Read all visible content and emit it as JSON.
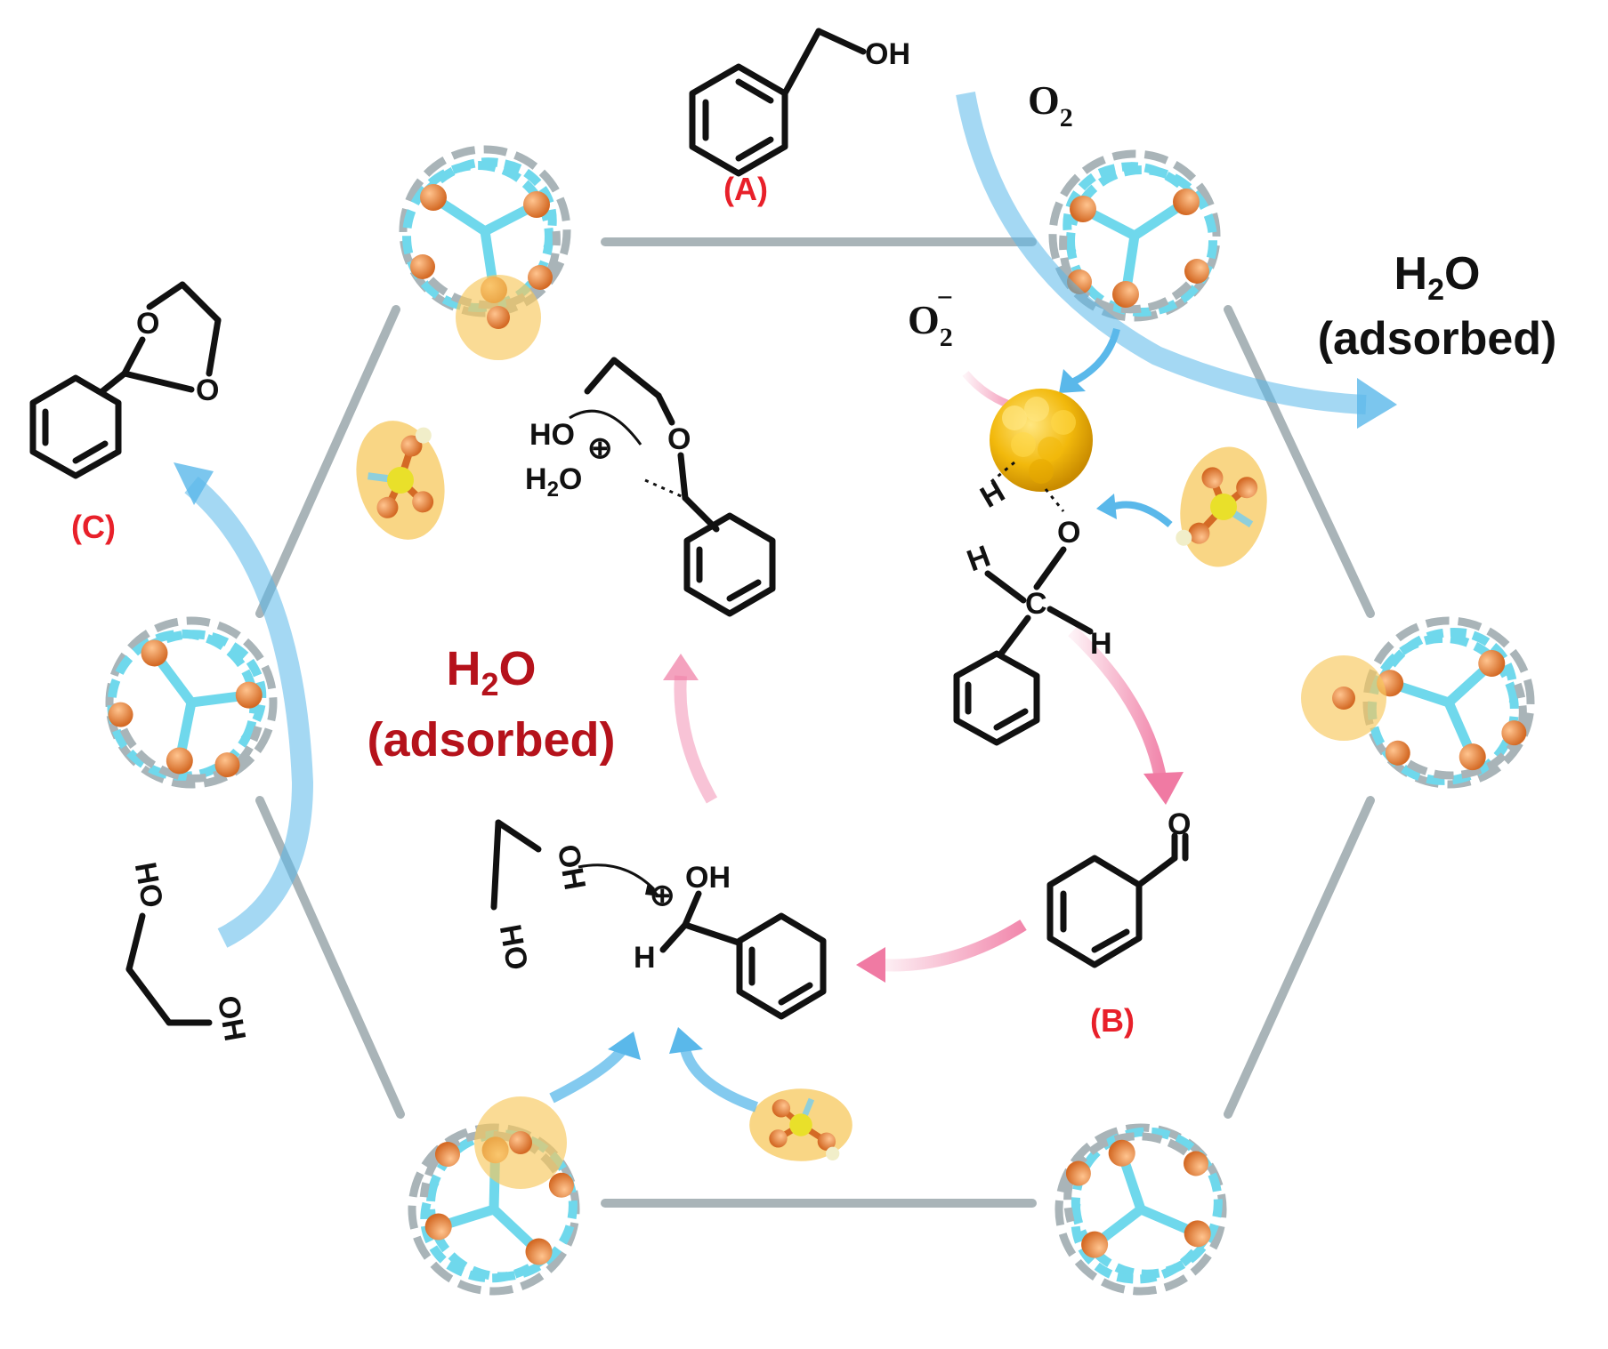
{
  "labels": {
    "a": "(A)",
    "b": "(B)",
    "c": "(C)"
  },
  "species": {
    "o2": "O",
    "o2_sub": "2",
    "superoxide": "O",
    "superoxide_sub": "2",
    "superoxide_sup": "−",
    "water_right_h": "H",
    "water_right_sub": "2",
    "water_right_o": "O",
    "water_right_note": "(adsorbed)",
    "water_center_h": "H",
    "water_center_sub": "2",
    "water_center_o": "O",
    "water_center_note": "(adsorbed)"
  },
  "atoms": {
    "oh": "OH",
    "o": "O",
    "h": "H",
    "c": "C",
    "ho": "HO",
    "h2o": "H",
    "h2o_sub": "2",
    "h2o_o": "O",
    "plus": "⊕"
  },
  "colors": {
    "label_red": "#e8202a",
    "water_red": "#b5121b",
    "framework_blue": "#6fd8ec",
    "framework_grey": "#a9b4b8",
    "metal_orange": "#e8874a",
    "highlight_yellow": "#f7c85c",
    "gold_cluster": "#f2b90c",
    "arrow_blue": "#5ab8ea",
    "arrow_pink": "#f07aa3"
  }
}
